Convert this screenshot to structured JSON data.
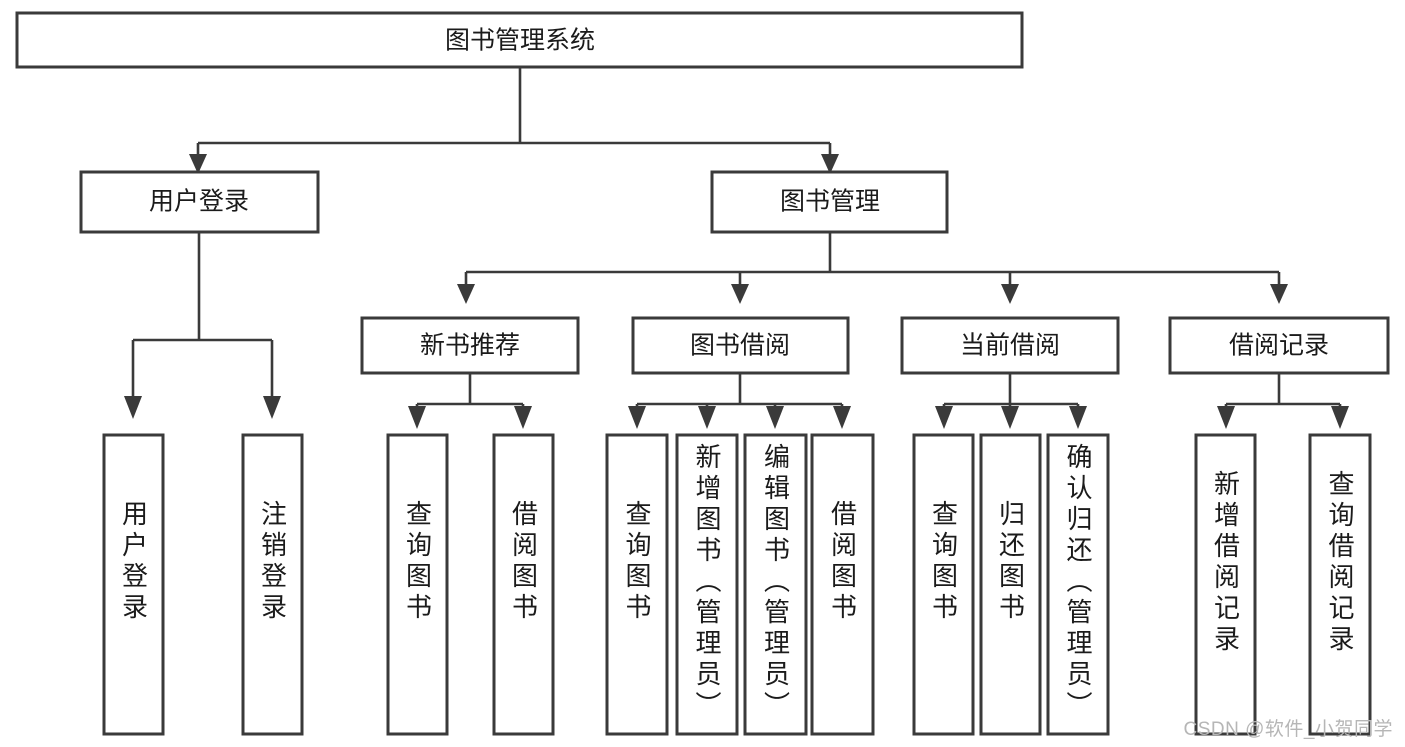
{
  "diagram": {
    "type": "tree",
    "title": "图书管理系统",
    "watermark": "CSDN @软件_小贺同学",
    "colors": {
      "stroke": "#3a3a3a",
      "fill": "#ffffff",
      "text": "#1b1b1b",
      "watermark": "#b6b6b6",
      "background": "#ffffff"
    },
    "root": {
      "label": "图书管理系统"
    },
    "level2": [
      {
        "label": "用户登录"
      },
      {
        "label": "图书管理"
      }
    ],
    "level3": [
      {
        "label": "新书推荐"
      },
      {
        "label": "图书借阅"
      },
      {
        "label": "当前借阅"
      },
      {
        "label": "借阅记录"
      }
    ],
    "leaves": {
      "user_login": [
        {
          "label": "用户登录"
        },
        {
          "label": "注销登录"
        }
      ],
      "new_book_recommend": [
        {
          "label": "查询图书"
        },
        {
          "label": "借阅图书"
        }
      ],
      "book_borrow": [
        {
          "label": "查询图书"
        },
        {
          "label": "新增图书（管理员）"
        },
        {
          "label": "编辑图书（管理员）"
        },
        {
          "label": "借阅图书"
        }
      ],
      "current_borrow": [
        {
          "label": "查询图书"
        },
        {
          "label": "归还图书"
        },
        {
          "label": "确认归还（管理员）"
        }
      ],
      "borrow_records": [
        {
          "label": "新增借阅记录"
        },
        {
          "label": "查询借阅记录"
        }
      ]
    }
  }
}
